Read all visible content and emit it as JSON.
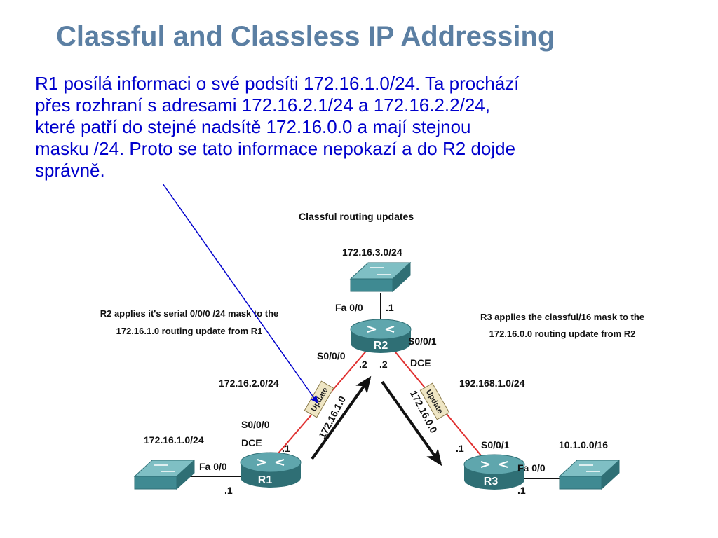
{
  "slide": {
    "title": "Classful and Classless IP Addressing",
    "text_lines": [
      "R1 posílá informaci o své podsíti 172.16.1.0/24. Ta prochází",
      "přes rozhraní s adresami 172.16.2.1/24 a 172.16.2.2/24,",
      "které patří do stejné nadsítě 172.16.0.0 a mají stejnou",
      "masku /24. Proto se tato informace nepokazí a do R2 dojde",
      "správně."
    ]
  },
  "diagram": {
    "title": "Classful routing updates",
    "routers": {
      "r1": "R1",
      "r2": "R2",
      "r3": "R3"
    },
    "networks": {
      "lan_r2": "172.16.3.0/24",
      "lan_r1": "172.16.1.0/24",
      "lan_r3": "10.1.0.0/16",
      "link_r1_r2": "172.16.2.0/24",
      "link_r2_r3": "192.168.1.0/24"
    },
    "interfaces": {
      "r2_fa": "Fa 0/0",
      "r2_fa_host": ".1",
      "r2_s000": "S0/0/0",
      "r2_s000_host": ".2",
      "r2_s001": "S0/0/1",
      "r2_s001_host": ".2",
      "r2_dce": "DCE",
      "r1_s000": "S0/0/0",
      "r1_dce": "DCE",
      "r1_s000_host": ".1",
      "r1_fa": "Fa 0/0",
      "r1_fa_host": ".1",
      "r3_s001": "S0/0/1",
      "r3_s001_host": ".1",
      "r3_fa": "Fa 0/0",
      "r3_fa_host": ".1"
    },
    "notes": {
      "r2_line1": "R2 applies it's serial 0/0/0 /24 mask to the",
      "r2_line2": "172.16.1.0 routing update from R1",
      "r3_line1": "R3 applies the classful/16 mask to the",
      "r3_line2": "172.16.0.0 routing update from R2"
    },
    "updates": {
      "label": "Update",
      "route_r1_to_r2": "172.16.1.0",
      "route_r2_to_r3": "172.16.0.0"
    }
  },
  "colors": {
    "title": "#5b7fa3",
    "body_text": "#0000cc",
    "serial_link": "#e03030",
    "router": "#3f8a92",
    "switch": "#4d9aa0"
  }
}
